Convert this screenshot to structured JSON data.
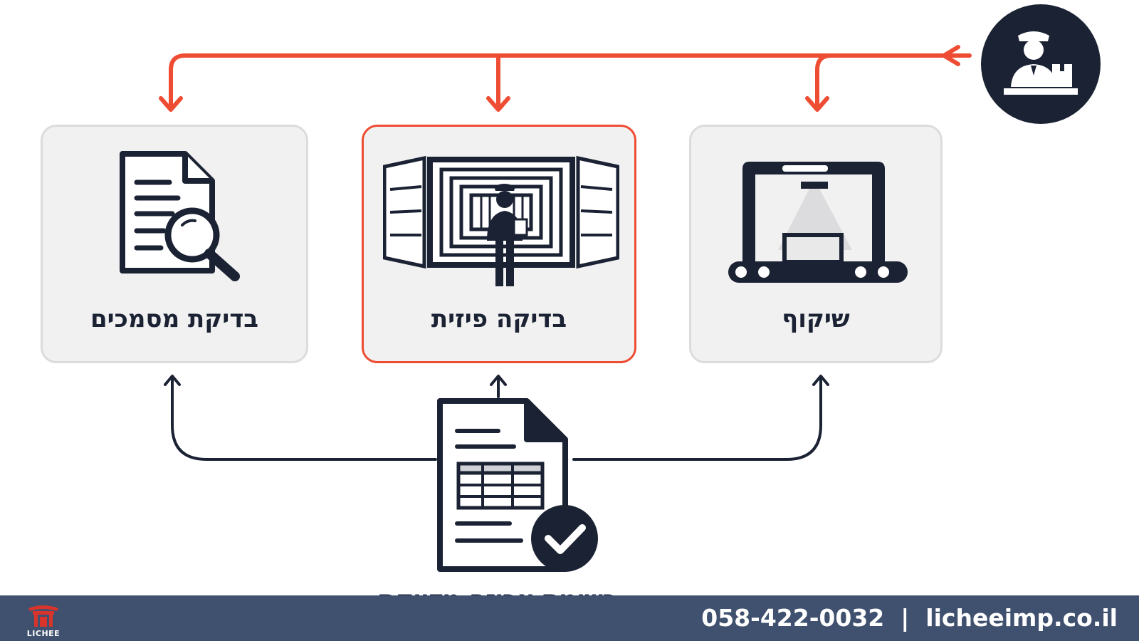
{
  "diagram": {
    "cards": [
      {
        "id": "document-check",
        "label": "בדיקת מסמכים",
        "icon": "document-magnifier-icon"
      },
      {
        "id": "physical-check",
        "label": "בדיקה פיזית",
        "icon": "container-inspector-icon",
        "highlighted": true
      },
      {
        "id": "xray-scan",
        "label": "שיקוף",
        "icon": "xray-scanner-icon"
      }
    ],
    "source_document": {
      "label": "רשימת אריזה מדויקת",
      "icon": "packing-list-check-icon"
    },
    "customs_officer_icon": "customs-officer-icon",
    "colors": {
      "accent": "#ee4d33",
      "dark": "#1b2233",
      "card_bg": "#f1f1f2",
      "footer_bg": "#3f516e"
    }
  },
  "footer": {
    "logo_text": "LICHEE",
    "phone": "058-422-0032",
    "separator": "|",
    "website": "licheeimp.co.il"
  }
}
